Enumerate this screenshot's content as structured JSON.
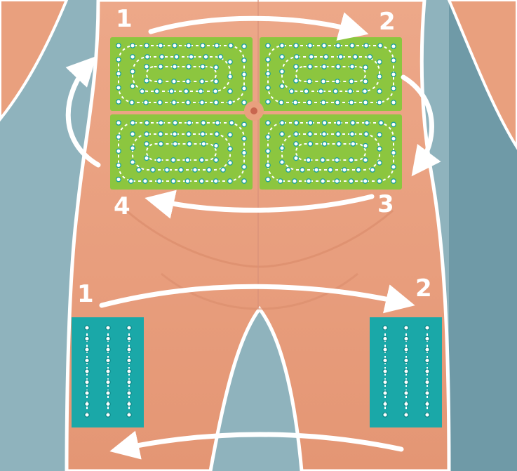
{
  "colors": {
    "background": "#7ea6b1",
    "skin": "#e9a07e",
    "skin_shadow": "#d98a68",
    "abdomen_zone": "#8cc63f",
    "thigh_zone": "#1aa8a8",
    "dot": "#ffffff",
    "arrow": "#ffffff"
  },
  "abdomen": {
    "labels": {
      "top_left": "1",
      "top_right": "2",
      "bottom_right": "3",
      "bottom_left": "4"
    },
    "icons": [
      "navel-icon",
      "rotation-arrow-icon"
    ]
  },
  "thighs": {
    "labels": {
      "left": "1",
      "right": "2"
    },
    "icons": [
      "rotation-arrow-icon"
    ]
  }
}
